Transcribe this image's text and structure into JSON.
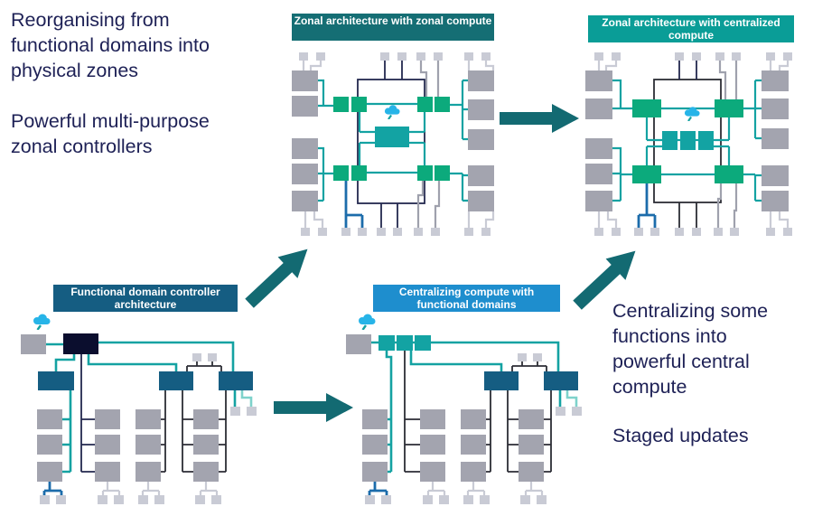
{
  "captions": {
    "top_left": {
      "para1": [
        "Reorganising from",
        "functional domains into",
        "physical zones"
      ],
      "para2": [
        "Powerful multi-purpose",
        "zonal controllers"
      ]
    },
    "bottom_right": {
      "para1": [
        "Centralizing some",
        "functions into",
        "powerful central",
        "compute"
      ],
      "para2": [
        "Staged updates"
      ]
    }
  },
  "panels": {
    "functional_domain": {
      "title": "Functional domain controller architecture",
      "header_color": "#155d82"
    },
    "zonal_zonal": {
      "title": "Zonal architecture with zonal compute",
      "header_color": "#156e74"
    },
    "centralizing_compute": {
      "title": "Centralizing compute with functional domains",
      "header_color": "#1e8ece"
    },
    "zonal_centralized": {
      "title": "Zonal architecture with centralized compute",
      "header_color": "#0a9d97"
    }
  },
  "icons": {
    "cloud": "cloud-icon",
    "arrow_right": "arrow-right-icon",
    "arrow_up_right": "arrow-up-right-icon"
  },
  "palette": {
    "dark_navy_text": "#1e2156",
    "teal_header": "#156e74",
    "bright_teal_header": "#0a9d97",
    "dark_blue_header": "#155d82",
    "blue_header": "#1e8ece",
    "arrow_teal": "#136a72",
    "zonal_controller_green": "#0caa7c",
    "compute_teal": "#13a3a3",
    "ecu_gray": "#a3a4af",
    "connector_light_gray": "#c9cbd5",
    "gateway_black": "#0b0e2e",
    "teal_line": "#14a2a2",
    "light_teal_line": "#7ed2cb",
    "navy_line": "#23284f",
    "blue_line": "#1c6cab",
    "cloud_blue": "#27b4e8"
  }
}
